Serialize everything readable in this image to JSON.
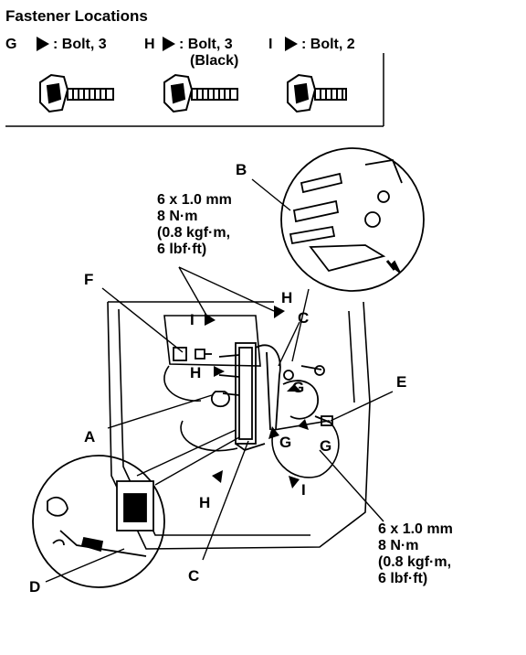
{
  "title": "Fastener Locations",
  "legend": [
    {
      "letter": "G",
      "text": ": Bolt, 3",
      "sub": ""
    },
    {
      "letter": "H",
      "text": ": Bolt, 3",
      "sub": "(Black)"
    },
    {
      "letter": "I",
      "text": ": Bolt, 2",
      "sub": ""
    }
  ],
  "specs": {
    "top": [
      "6 x 1.0 mm",
      "8 N·m",
      "(0.8 kgf·m,",
      "6 lbf·ft)"
    ],
    "bottom": [
      "6 x 1.0 mm",
      "8 N·m",
      "(0.8 kgf·m,",
      "6 lbf·ft)"
    ]
  },
  "labels": {
    "a": "A",
    "b": "B",
    "c_top": "C",
    "c_bottom": "C",
    "d": "D",
    "e": "E",
    "f": "F",
    "g1": "G",
    "g2": "G",
    "g3": "G",
    "h1": "H",
    "h2": "H",
    "h3": "H",
    "i1": "I",
    "i2": "I"
  }
}
